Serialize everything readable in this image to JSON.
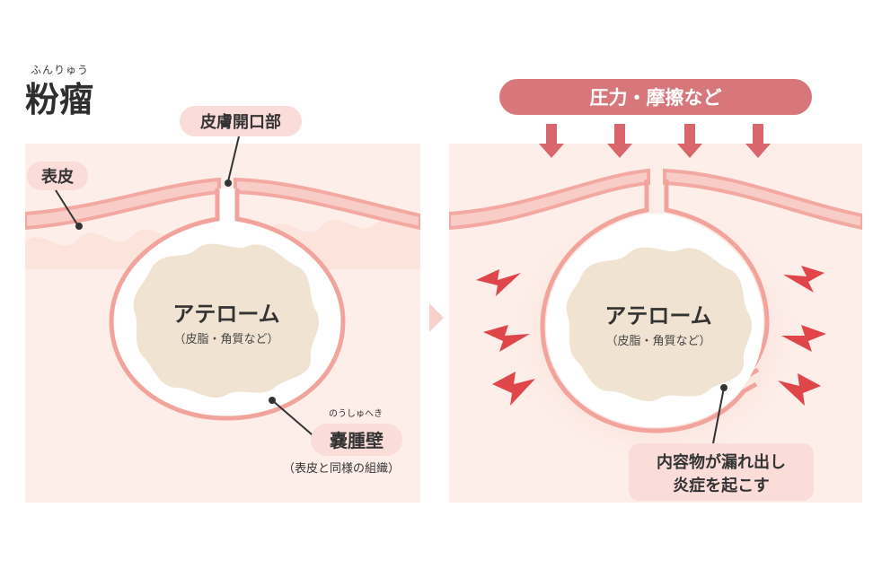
{
  "title": {
    "ruby": "ふんりゅう",
    "main": "粉瘤"
  },
  "left_panel": {
    "label_opening": "皮膚開口部",
    "label_epidermis": "表皮",
    "core_title": "アテローム",
    "core_sub": "（皮脂・角質など）",
    "wall_ruby": "のうしゅへき",
    "wall_label": "嚢腫壁",
    "wall_sub": "（表皮と同様の組織）"
  },
  "right_panel": {
    "banner": "圧力・摩擦など",
    "core_title": "アテローム",
    "core_sub": "（皮脂・角質など）",
    "callout_line1": "内容物が漏れ出し",
    "callout_line2": "炎症を起こす"
  },
  "colors": {
    "background": "#ffffff",
    "tissue": "#fdeee9",
    "tissue_dark": "#fbe4dd",
    "epidermis": "#f3a9a2",
    "epidermis_light": "#f8cdc8",
    "cyst_wall": "#f2a39c",
    "core": "#f0e3d1",
    "banner": "#d8777b",
    "arrow": "#d8666c",
    "spark": "#e0454a",
    "label_bg": "#fadcd9",
    "text": "#3a3a3a"
  }
}
